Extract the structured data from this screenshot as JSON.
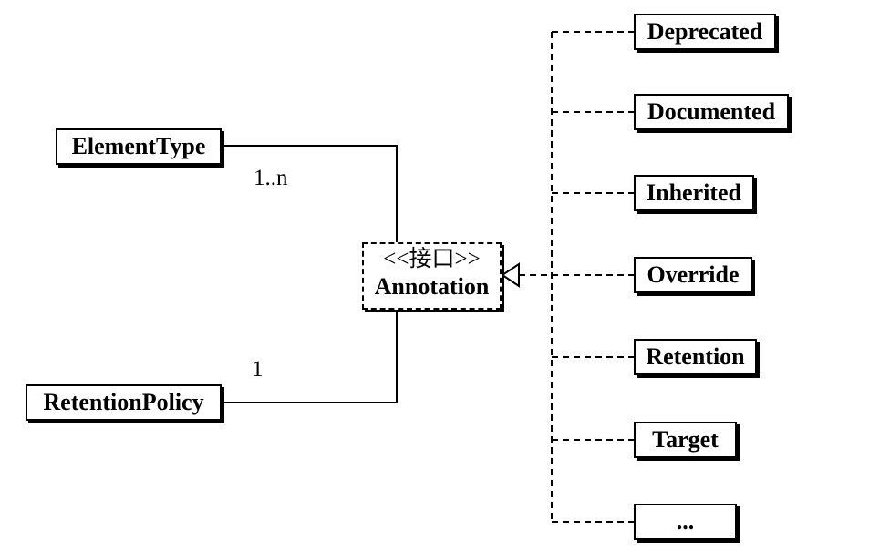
{
  "interface": {
    "stereotype": "<<接口>>",
    "name": "Annotation"
  },
  "associations": [
    {
      "class": "ElementType",
      "multiplicity": "1..n"
    },
    {
      "class": "RetentionPolicy",
      "multiplicity": "1"
    }
  ],
  "implementations": [
    "Deprecated",
    "Documented",
    "Inherited",
    "Override",
    "Retention",
    "Target",
    "..."
  ]
}
